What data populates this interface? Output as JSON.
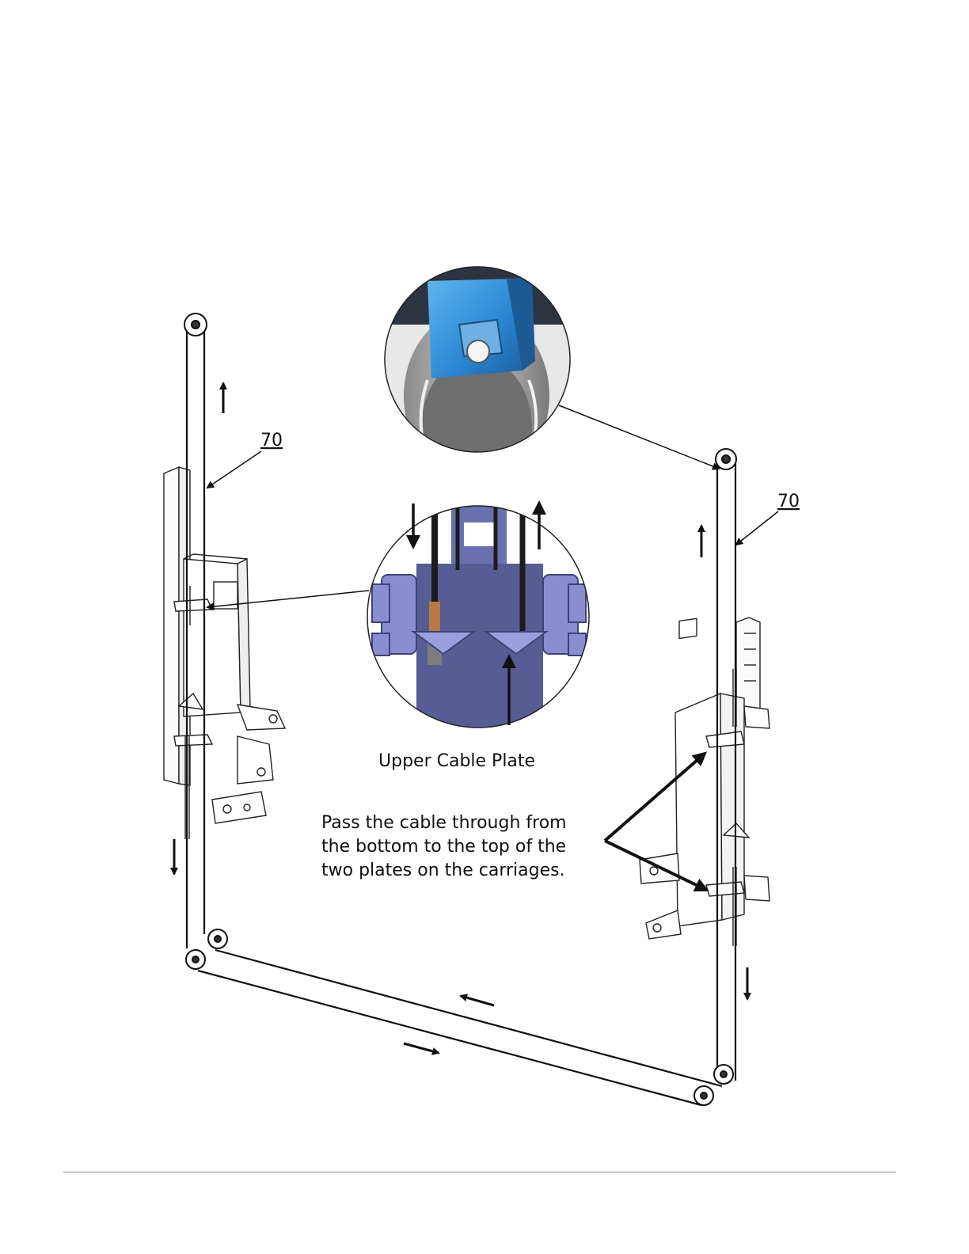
{
  "labels": {
    "part_left": "70",
    "part_right": "70",
    "upper_cable_plate": "Upper Cable Plate",
    "instruction": [
      "Pass the cable through from",
      "the bottom to the top of the",
      "two plates on the carriages."
    ]
  },
  "colors": {
    "line": "#111111",
    "cable": "#1a1a1a",
    "plate_blue": "#2f8fd8",
    "carriage_purple": "#5b5f96",
    "carriage_light": "#8a8ed0"
  }
}
